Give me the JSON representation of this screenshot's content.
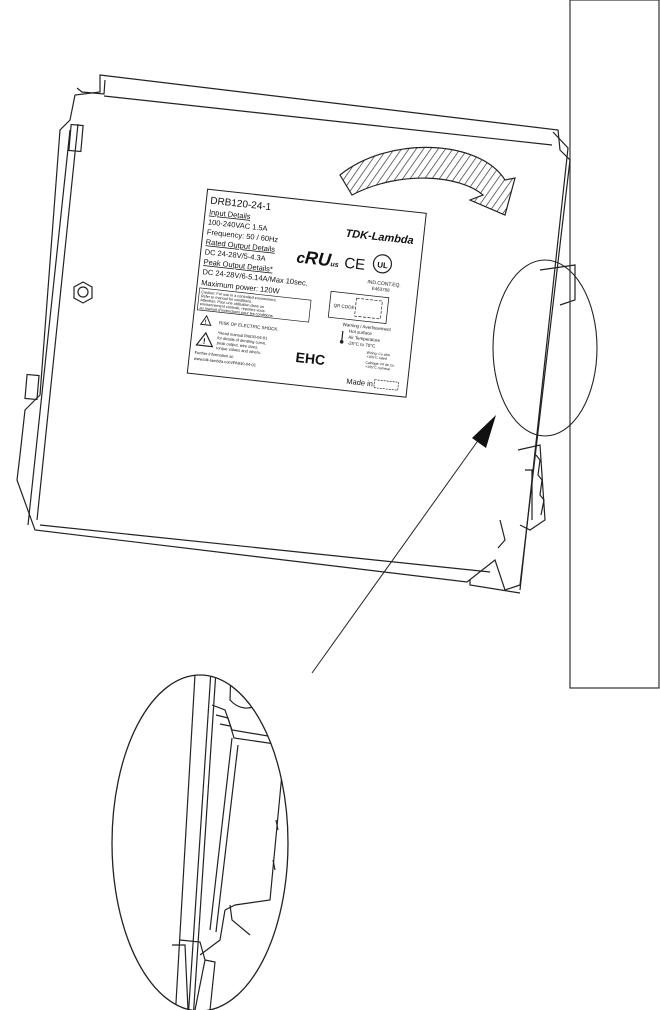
{
  "label": {
    "model": "DRB120-24-1",
    "brand": "TDK-Lambda",
    "input_heading": "Input Details",
    "input_rating": "100-240VAC 1.5A",
    "frequency": "Frequency: 50 / 60Hz",
    "rated_heading": "Rated Output Details",
    "rated_value": "DC 24-28V/5-4.3A",
    "peak_heading": "Peak Output Details*",
    "peak_value": "DC 24-28V/6-5.14A/Max 10sec.",
    "max_power": "Maximum power: 120W",
    "caution_1": "Caution: For use in a controlled environment.",
    "caution_2": "Refer to manual for conditions.",
    "caution_3": "Attention: Pour une utilisation dans un",
    "caution_4": "environnement controle, reportez-vous",
    "caution_5": "au manuel d'instructions pour les conditions.",
    "shock": "RISK OF ELECTRIC SHOCK.",
    "manual_1": "*Read manual PA830-04-01",
    "manual_2": "for details of derating curve,",
    "manual_3": "peak output, wire sizes,",
    "manual_4": "torque values and others.",
    "further": "Further information at:",
    "url": "www.tdk-lambda.com/PA830-04-01",
    "qr_code": "QR CODE",
    "warning_1": "Warning / Avertissement",
    "warning_2": "Hot surface",
    "warning_3": "Air Temperature",
    "warning_4": "-25°C to 70°C",
    "wire_1": "Wiring: Cu wire",
    "wire_2": "+105°C rated",
    "wire_3": "Cablage: Fil de Cu",
    "wire_4": "+105°C nominal",
    "ind_cont": "IND.CONT.EQ.",
    "ind_code": "E463788",
    "eac": "EHC",
    "made_in": "Made in",
    "ce": "CE"
  },
  "icons": [
    "rotation-arrow-icon",
    "ul-recognized-icon",
    "ce-mark-icon",
    "cul-listed-icon",
    "warning-triangle-icon",
    "eac-mark-icon",
    "thermometer-icon"
  ]
}
